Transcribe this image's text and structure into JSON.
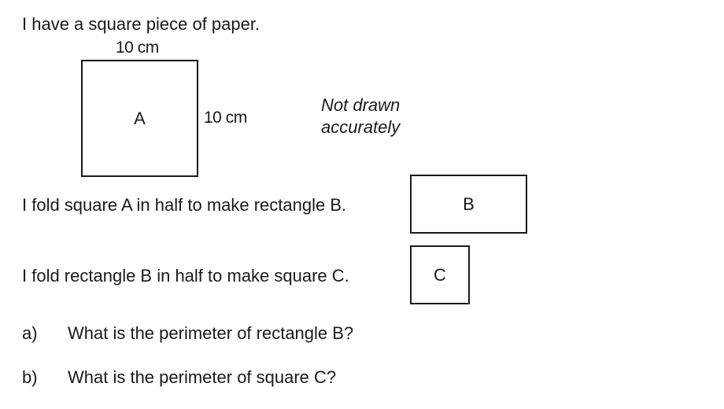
{
  "intro": "I have a square piece of paper.",
  "square_a": {
    "label": "A",
    "top_dimension": "10 cm",
    "side_dimension": "10 cm"
  },
  "note": {
    "line1": "Not drawn",
    "line2": "accurately"
  },
  "fold1": {
    "text": "I fold square A in half to make rectangle B.",
    "shape_label": "B"
  },
  "fold2": {
    "text": "I fold rectangle B in half to make square C.",
    "shape_label": "C"
  },
  "questions": [
    {
      "marker": "a)",
      "text": "What is the perimeter of rectangle B?"
    },
    {
      "marker": "b)",
      "text": "What is the perimeter of square C?"
    }
  ]
}
